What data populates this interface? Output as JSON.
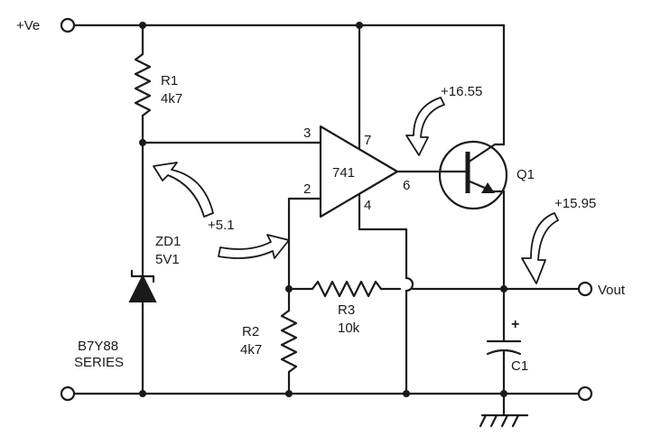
{
  "terminals": {
    "supply": "+Ve",
    "output": "Vout"
  },
  "components": {
    "r1": {
      "name": "R1",
      "value": "4k7"
    },
    "r2": {
      "name": "R2",
      "value": "4k7"
    },
    "r3": {
      "name": "R3",
      "value": "10k"
    },
    "zd1": {
      "name": "ZD1",
      "value": "5V1",
      "series_line1": "B7Y88",
      "series_line2": "SERIES"
    },
    "opamp": {
      "name": "741",
      "pin_noninv": "3",
      "pin_inv": "2",
      "pin_vcc": "7",
      "pin_gnd": "4",
      "pin_out": "6"
    },
    "q1": {
      "name": "Q1"
    },
    "c1": {
      "name": "C1",
      "polarity": "+"
    }
  },
  "voltages": {
    "zener": "+5.1",
    "base": "+16.55",
    "output": "+15.95"
  }
}
